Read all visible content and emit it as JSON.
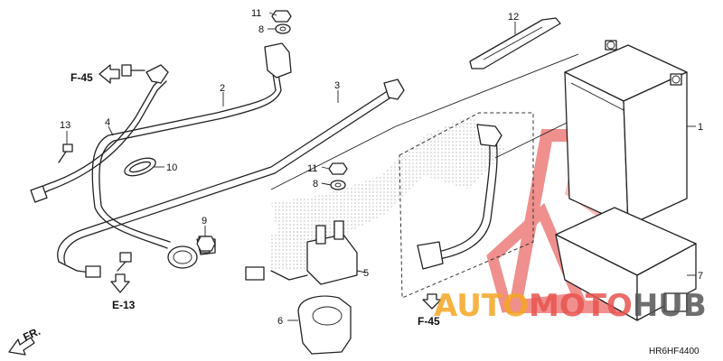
{
  "callouts": {
    "c1": "1",
    "c2": "2",
    "c3": "3",
    "c4": "4",
    "c5": "5",
    "c6": "6",
    "c7": "7",
    "c8a": "8",
    "c8b": "8",
    "c9": "9",
    "c10": "10",
    "c11a": "11",
    "c11b": "11",
    "c12": "12",
    "c13": "13"
  },
  "refs": {
    "f45_top": "F-45",
    "e13": "E-13",
    "f45_bottom": "F-45",
    "fr": "FR."
  },
  "diagram_code": "HR6HF4400",
  "watermark": {
    "word_part1": "AUTO",
    "word_part2": "MOTO",
    "word_part3": "HUB",
    "color_orange": "#f5a623",
    "color_red": "#e8534f",
    "color_gray": "#555555"
  }
}
